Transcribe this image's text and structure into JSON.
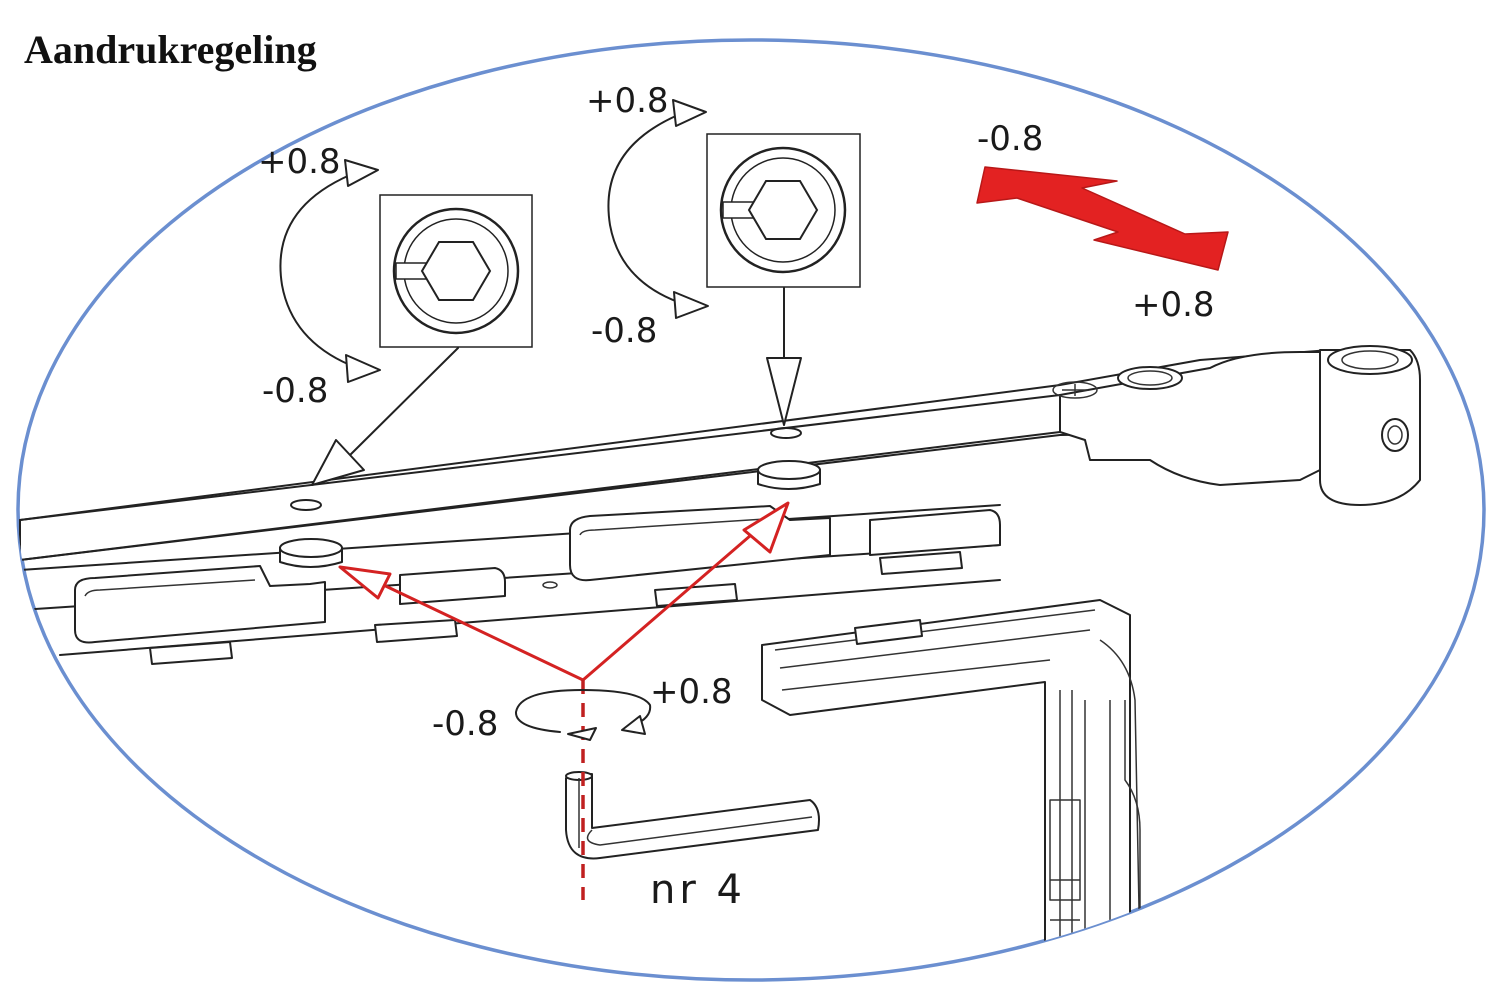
{
  "title": "Aandrukregeling",
  "labels": {
    "left_screw_plus": "+0.8",
    "left_screw_minus": "-0.8",
    "mid_screw_plus": "+0.8",
    "mid_screw_minus": "-0.8",
    "red_arrow_minus": "-0.8",
    "red_arrow_plus": "+0.8",
    "rotation_minus": "-0.8",
    "rotation_plus": "+0.8",
    "tool_size": "nr 4"
  },
  "colors": {
    "ellipse": "#6b8fd0",
    "accent_red": "#e32222",
    "line": "#222222"
  },
  "icons": {
    "hex_screw": "hex-socket-screw-icon",
    "allen_key": "allen-key-icon"
  }
}
